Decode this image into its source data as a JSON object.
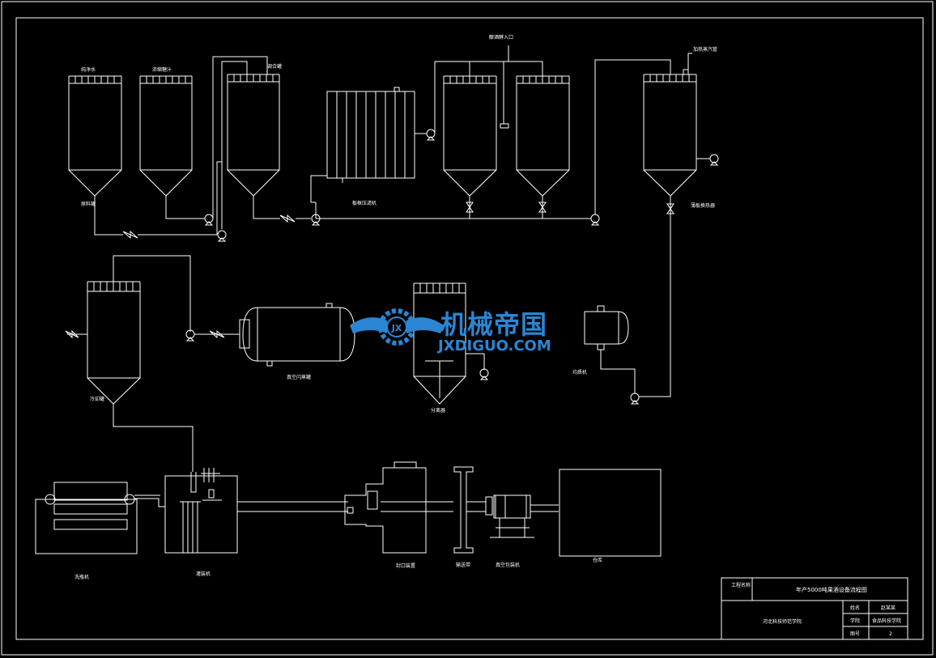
{
  "labels": {
    "tank_water": "纯净水",
    "tank_syrup": "浓缩糖汁",
    "tank_mix": "调合罐",
    "feed_pipe": "原料罐",
    "filter_press": "板框压滤机",
    "beer_inlet": "酿酒酵入口",
    "top_vent": "加热蒸汽管",
    "heat_exchanger": "薄板换热器",
    "cooler": "冷却罐",
    "flash_tank": "真空闪蒸罐",
    "separator": "分离器",
    "blender": "均质机",
    "bottle_washer": "洗瓶机",
    "filler": "灌装机",
    "capper": "封口装置",
    "conveyor": "输送带",
    "labeler": "真空包装机",
    "warehouse": "仓库"
  },
  "title_block": {
    "project_label": "工程名称",
    "project_title": "年产5000吨果酒设备流程图",
    "school": "河北科技师范学院",
    "name_label": "姓名",
    "name_value": "赵某某",
    "college_label": "学院",
    "college_value": "食品科技学院",
    "sheet_label": "图号",
    "sheet_value": "2"
  },
  "watermark": {
    "name_cn": "机械帝国",
    "name_en": "JXDIGUO.COM",
    "logo_text": "JX"
  },
  "colors": {
    "background": "#000000",
    "line": "#ffffff",
    "watermark": "#2a86d4"
  }
}
